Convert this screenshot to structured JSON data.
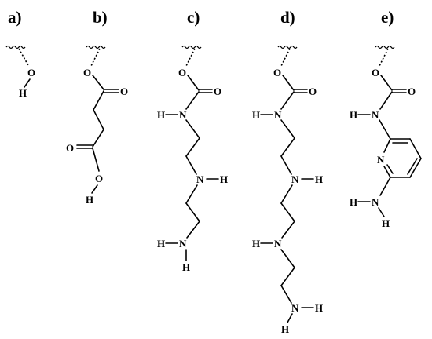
{
  "panels": [
    {
      "label": "a)",
      "atoms": {
        "o": "O",
        "h": "H"
      }
    },
    {
      "label": "b)",
      "atoms": {
        "o1": "O",
        "o2": "O",
        "o3": "O",
        "o4": "O",
        "h": "H"
      }
    },
    {
      "label": "c)",
      "atoms": {
        "o1": "O",
        "o2": "O",
        "h1": "H",
        "n1": "N",
        "n2": "N",
        "h2": "H",
        "n3": "N",
        "h3": "H",
        "h4": "H"
      }
    },
    {
      "label": "d)",
      "atoms": {
        "o1": "O",
        "o2": "O",
        "h1": "H",
        "n1": "N",
        "n2": "N",
        "h2": "H",
        "n3": "N",
        "h3": "H",
        "n4": "N",
        "h4": "H",
        "h5": "H"
      }
    },
    {
      "label": "e)",
      "atoms": {
        "o1": "O",
        "o2": "O",
        "h1": "H",
        "n1": "N",
        "npy": "N",
        "h2": "H",
        "n2": "N",
        "h3": "H"
      }
    }
  ]
}
